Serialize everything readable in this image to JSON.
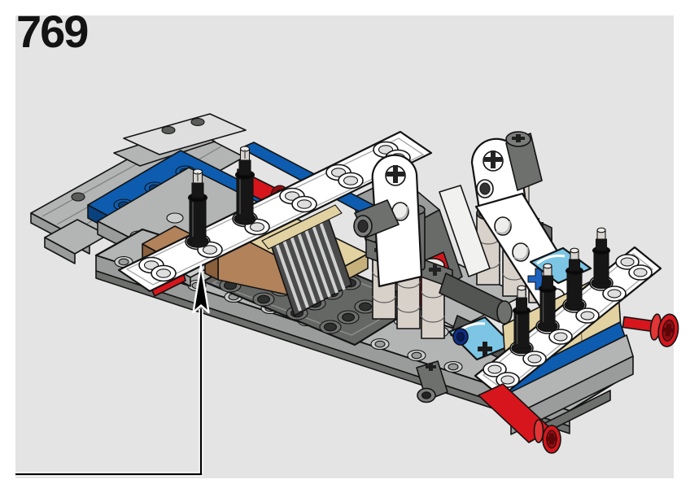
{
  "page": {
    "background_color": "#ffffff",
    "panel_color": "#e3e4e3",
    "outline_color": "#131313"
  },
  "step": {
    "number": "769"
  },
  "callout": {
    "arrow_direction": "up",
    "color": "#000000",
    "outline": "#ffffff"
  },
  "illustration": {
    "kind": "lego-assembly-step-isometric",
    "palette": {
      "lgray": "#b3b5b4",
      "lgray_hi": "#cbcdcc",
      "mgray": "#9a9c9b",
      "dgray": "#6e706e",
      "dgray_dk": "#535553",
      "plate_dark": "#656765",
      "plate_hole": "#2e302e",
      "white": "#ffffff",
      "white_sh": "#dedede",
      "blue": "#0d5cb0",
      "blue_dk": "#09417e",
      "azure": "#7cc5e5",
      "red": "#d6161c",
      "red_dk": "#8f0d12",
      "tan": "#e2d2a2",
      "tan_dk": "#c6b07c",
      "nougat": "#b2825a",
      "nougat_dk": "#8a5f3c",
      "pale": "#d8d1ca",
      "pale_hi": "#ece7e1",
      "black_part": "#161616",
      "pin_blue": "#1b63c0",
      "navy": "#0c2f90"
    }
  }
}
